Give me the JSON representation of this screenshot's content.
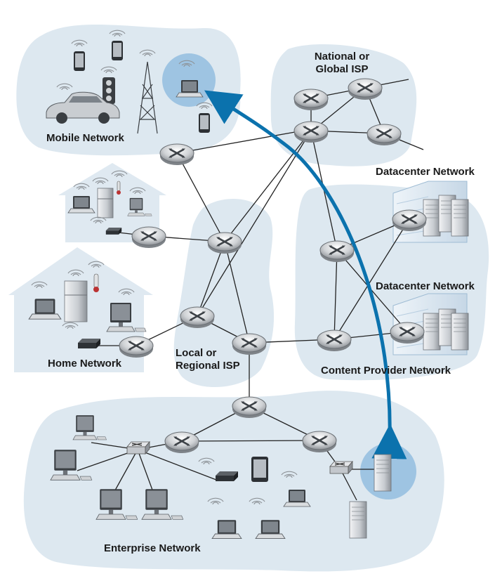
{
  "labels": {
    "mobile": "Mobile Network",
    "national_l1": "National or",
    "national_l2": "Global ISP",
    "datacenter_1": "Datacenter Network",
    "datacenter_2": "Datacenter Network",
    "home": "Home Network",
    "local_l1": "Local or",
    "local_l2": "Regional ISP",
    "content": "Content Provider Network",
    "enterprise": "Enterprise Network"
  },
  "colors": {
    "cloud": "#dde8f0",
    "house": "#dfe9f1",
    "highlight": "#9ec4e2",
    "arrow": "#0b72ad",
    "router": "#c9cbcd",
    "link": "#222222"
  },
  "icons": [
    "router-icon",
    "switch-icon",
    "laptop-icon",
    "desktop-icon",
    "phone-icon",
    "car-icon",
    "traffic-light-icon",
    "cell-tower-icon",
    "fridge-icon",
    "thermometer-icon",
    "modem-icon",
    "server-icon",
    "server-rack-icon",
    "tablet-icon",
    "wifi-icon"
  ]
}
